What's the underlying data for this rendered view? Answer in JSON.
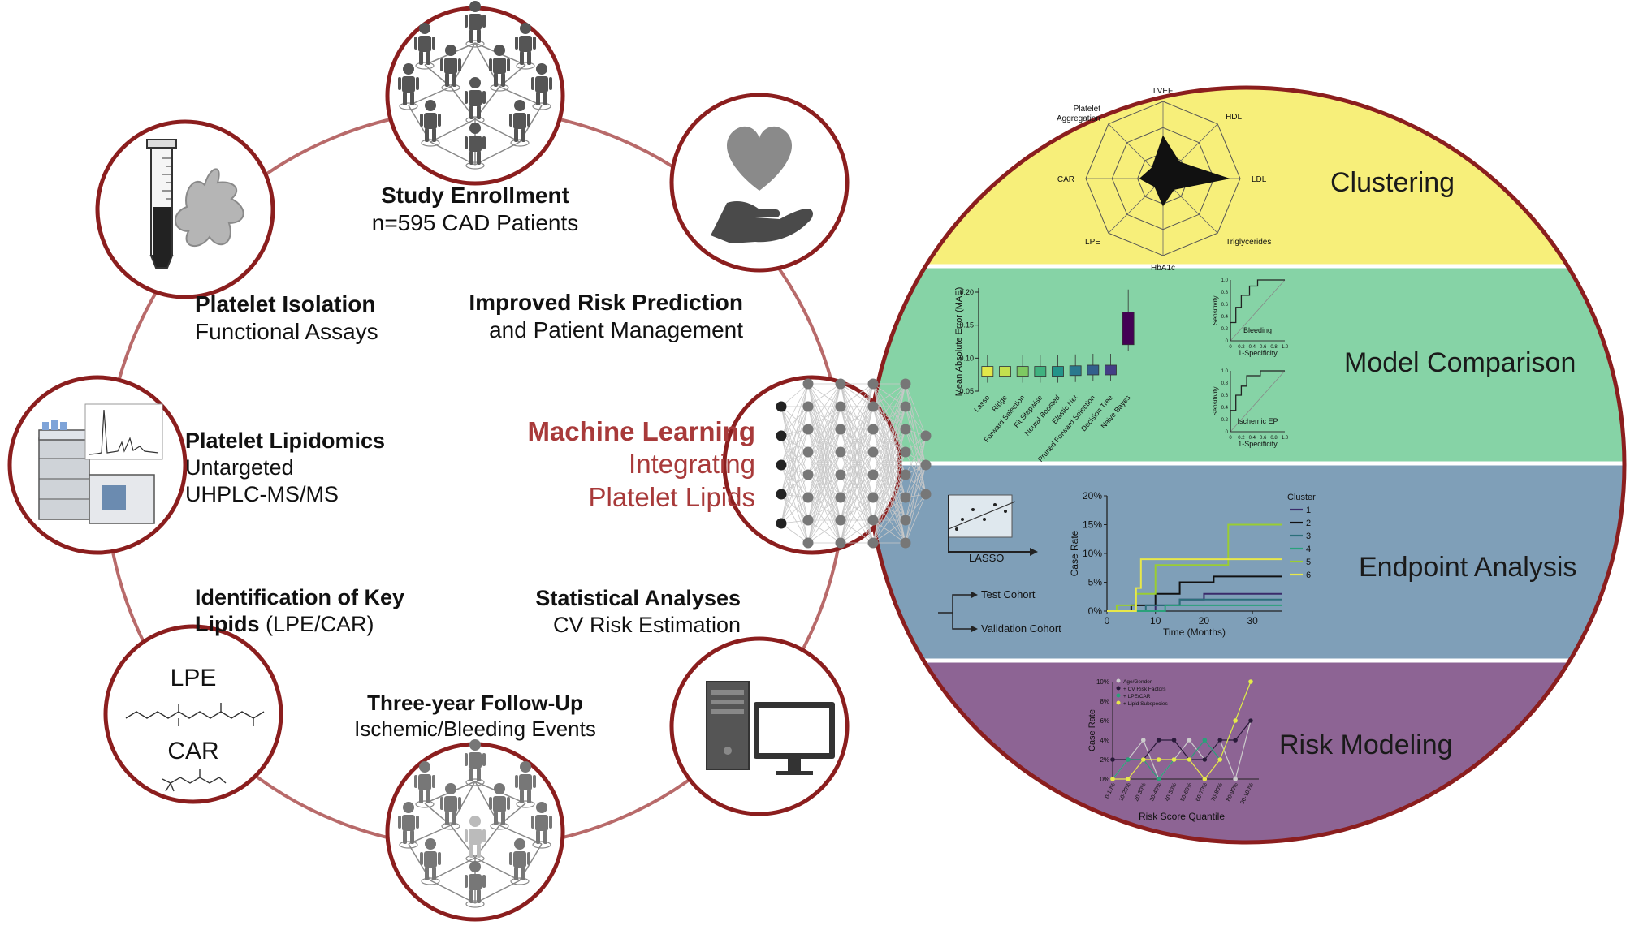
{
  "colors": {
    "ring": "#b86a6a",
    "node_border": "#8b1e1e",
    "icon_gray": "#5a5a5a",
    "band_clustering": "#f7ef7a",
    "band_model": "#86d3a6",
    "band_endpoint": "#7f9fb8",
    "band_risk": "#8d6494",
    "ml_text": "#a83a3a"
  },
  "steps": {
    "enrollment": {
      "title": "Study Enrollment",
      "subtitle": "n=595 CAD Patients"
    },
    "isolation": {
      "title": "Platelet Isolation",
      "subtitle": "Functional Assays"
    },
    "risk_prediction": {
      "title": "Improved Risk Prediction",
      "subtitle": "and Patient Management"
    },
    "lipidomics": {
      "title": "Platelet Lipidomics",
      "line2": "Untargeted",
      "line3": "UHPLC-MS/MS"
    },
    "key_lipids": {
      "title": "Identification of Key",
      "title2": "Lipids",
      "suffix": " (LPE/CAR)"
    },
    "statistics": {
      "title": "Statistical Analyses",
      "subtitle": "CV Risk Estimation"
    },
    "followup": {
      "title": "Three-year Follow-Up",
      "subtitle": "Ischemic/Bleeding Events"
    },
    "machine_learning": {
      "title": "Machine Learning",
      "line2": "Integrating",
      "line3": "Platelet Lipids"
    }
  },
  "lipid_labels": {
    "lpe": "LPE",
    "car": "CAR"
  },
  "bands": {
    "clustering": "Clustering",
    "model_comparison": "Model Comparison",
    "endpoint_analysis": "Endpoint Analysis",
    "risk_modeling": "Risk Modeling"
  },
  "radar": {
    "axes": [
      "LVEF",
      "HDL",
      "LDL",
      "Triglycerides",
      "HbA1c",
      "LPE",
      "CAR",
      "Platelet Aggregation"
    ],
    "values": [
      0.55,
      0.3,
      0.85,
      0.2,
      0.35,
      0.15,
      0.3,
      0.2
    ]
  },
  "chart_data": [
    {
      "type": "bar",
      "ylabel": "Mean Absolute Error (MAE)",
      "categories": [
        "Lasso",
        "Ridge",
        "Forward Selection",
        "Fit Stepwise",
        "Neural Boosted",
        "Elastic Net",
        "Pruned Forward Selection",
        "Decision Tree",
        "Naive Bayes"
      ],
      "values": [
        0.08,
        0.08,
        0.08,
        0.08,
        0.08,
        0.081,
        0.082,
        0.082,
        0.145
      ],
      "ylim": [
        0.05,
        0.2
      ],
      "yticks": [
        "0.05",
        "0.10",
        "0.15",
        "0.20"
      ]
    },
    {
      "type": "line",
      "title": "Bleeding",
      "xlabel": "1-Specificity",
      "ylabel": "Sensitivity",
      "xticks": [
        "0",
        "0.2",
        "0.4",
        "0.6",
        "0.8",
        "1.0"
      ],
      "yticks": [
        "0",
        "0.2",
        "0.4",
        "0.6",
        "0.8",
        "1.0"
      ],
      "x": [
        0,
        0,
        0.1,
        0.1,
        0.2,
        0.2,
        0.35,
        0.35,
        0.5,
        0.5,
        1
      ],
      "y": [
        0,
        0.3,
        0.3,
        0.55,
        0.55,
        0.75,
        0.75,
        0.9,
        0.9,
        1,
        1
      ]
    },
    {
      "type": "line",
      "title": "Ischemic EP",
      "xlabel": "1-Specificity",
      "ylabel": "Sensitivity",
      "xticks": [
        "0",
        "0.2",
        "0.4",
        "0.6",
        "0.8",
        "1.0"
      ],
      "yticks": [
        "0",
        "0.2",
        "0.4",
        "0.6",
        "0.8",
        "1.0"
      ],
      "x": [
        0,
        0,
        0.1,
        0.1,
        0.2,
        0.2,
        0.3,
        0.3,
        0.55,
        0.55,
        1
      ],
      "y": [
        0,
        0.35,
        0.35,
        0.6,
        0.6,
        0.75,
        0.75,
        0.92,
        0.92,
        1,
        1
      ]
    },
    {
      "type": "line",
      "xlabel": "Time (Months)",
      "ylabel": "Case Rate",
      "legend_title": "Cluster",
      "xlim": [
        0,
        36
      ],
      "ylim": [
        0,
        20
      ],
      "xticks": [
        "0",
        "10",
        "20",
        "30"
      ],
      "yticks": [
        "0%",
        "5%",
        "10%",
        "15%",
        "20%"
      ],
      "series": [
        {
          "name": "1",
          "color": "#3a2a6a",
          "x": [
            0,
            10,
            15,
            20,
            36
          ],
          "y": [
            0,
            1,
            2,
            3,
            3
          ]
        },
        {
          "name": "2",
          "color": "#111111",
          "x": [
            0,
            5,
            10,
            15,
            22,
            36
          ],
          "y": [
            0,
            1,
            3,
            5,
            6,
            6
          ]
        },
        {
          "name": "3",
          "color": "#2b6f7a",
          "x": [
            0,
            8,
            15,
            36
          ],
          "y": [
            0,
            1,
            2,
            2
          ]
        },
        {
          "name": "4",
          "color": "#2aa17a",
          "x": [
            0,
            12,
            36
          ],
          "y": [
            0,
            1,
            1
          ]
        },
        {
          "name": "5",
          "color": "#9acd32",
          "x": [
            0,
            2,
            6,
            10,
            25,
            36
          ],
          "y": [
            0,
            1,
            3,
            8,
            15,
            15
          ]
        },
        {
          "name": "6",
          "color": "#e8e84a",
          "x": [
            0,
            6,
            7,
            20,
            36
          ],
          "y": [
            0,
            4,
            9,
            9,
            9
          ]
        }
      ]
    },
    {
      "type": "line",
      "xlabel": "Risk Score Quantile",
      "ylabel": "Case Rate",
      "ylim": [
        0,
        10
      ],
      "yticks": [
        "0%",
        "2%",
        "4%",
        "6%",
        "8%",
        "10%"
      ],
      "categories": [
        "0-10%",
        "10-20%",
        "20-30%",
        "30-40%",
        "40-50%",
        "50-60%",
        "60-70%",
        "70-80%",
        "80-90%",
        "90-100%"
      ],
      "series": [
        {
          "name": "Age/Gender",
          "color": "#cccccc",
          "values": [
            0,
            2,
            4,
            0,
            2,
            4,
            2,
            4,
            0,
            6
          ]
        },
        {
          "name": "+ CV Risk Factors",
          "color": "#2a1a3a",
          "values": [
            2,
            2,
            2,
            4,
            4,
            2,
            2,
            4,
            4,
            6
          ]
        },
        {
          "name": "+ LPE/CAR",
          "color": "#2aa17a",
          "values": [
            0,
            2,
            2,
            0,
            2,
            2,
            4,
            2,
            6,
            10
          ]
        },
        {
          "name": "+ Lipid Subspecies",
          "color": "#e8e84a",
          "values": [
            0,
            0,
            2,
            2,
            2,
            2,
            0,
            2,
            6,
            10
          ]
        }
      ]
    }
  ],
  "lasso": {
    "label": "LASSO",
    "test": "Test Cohort",
    "validation": "Validation Cohort"
  }
}
